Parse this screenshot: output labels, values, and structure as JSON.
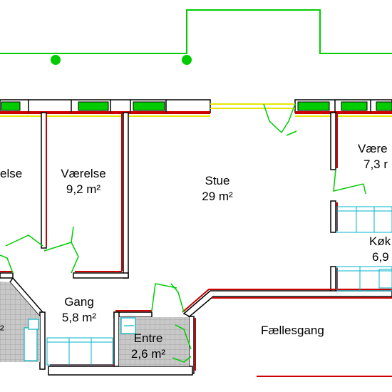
{
  "rooms": [
    {
      "key": "vaerelse_left_cut",
      "name": "else",
      "area": ""
    },
    {
      "key": "vaerelse_mid",
      "name": "Værelse",
      "area": "9,2 m²"
    },
    {
      "key": "stue",
      "name": "Stue",
      "area": "29 m²"
    },
    {
      "key": "vaerelse_right_cut",
      "name": "Være",
      "area": "7,3 r"
    },
    {
      "key": "koekken_cut",
      "name": "Køk",
      "area": "6,9"
    },
    {
      "key": "gang",
      "name": "Gang",
      "area": "5,8 m²"
    },
    {
      "key": "bad_cut",
      "name": "",
      "area": "²"
    },
    {
      "key": "entre",
      "name": "Entre",
      "area": "2,6 m²"
    },
    {
      "key": "faellesgang",
      "name": "Fællesgang",
      "area": ""
    }
  ],
  "colors": {
    "wall_red": "#cc0000",
    "wall_line": "#000000",
    "door_green": "#00cc00",
    "window_yellow": "#e6e600",
    "window_fill": "#00cc00",
    "tile_grey": "#c8c8c8",
    "fixture_cyan": "#00b3c8",
    "background": "#ffffff"
  }
}
